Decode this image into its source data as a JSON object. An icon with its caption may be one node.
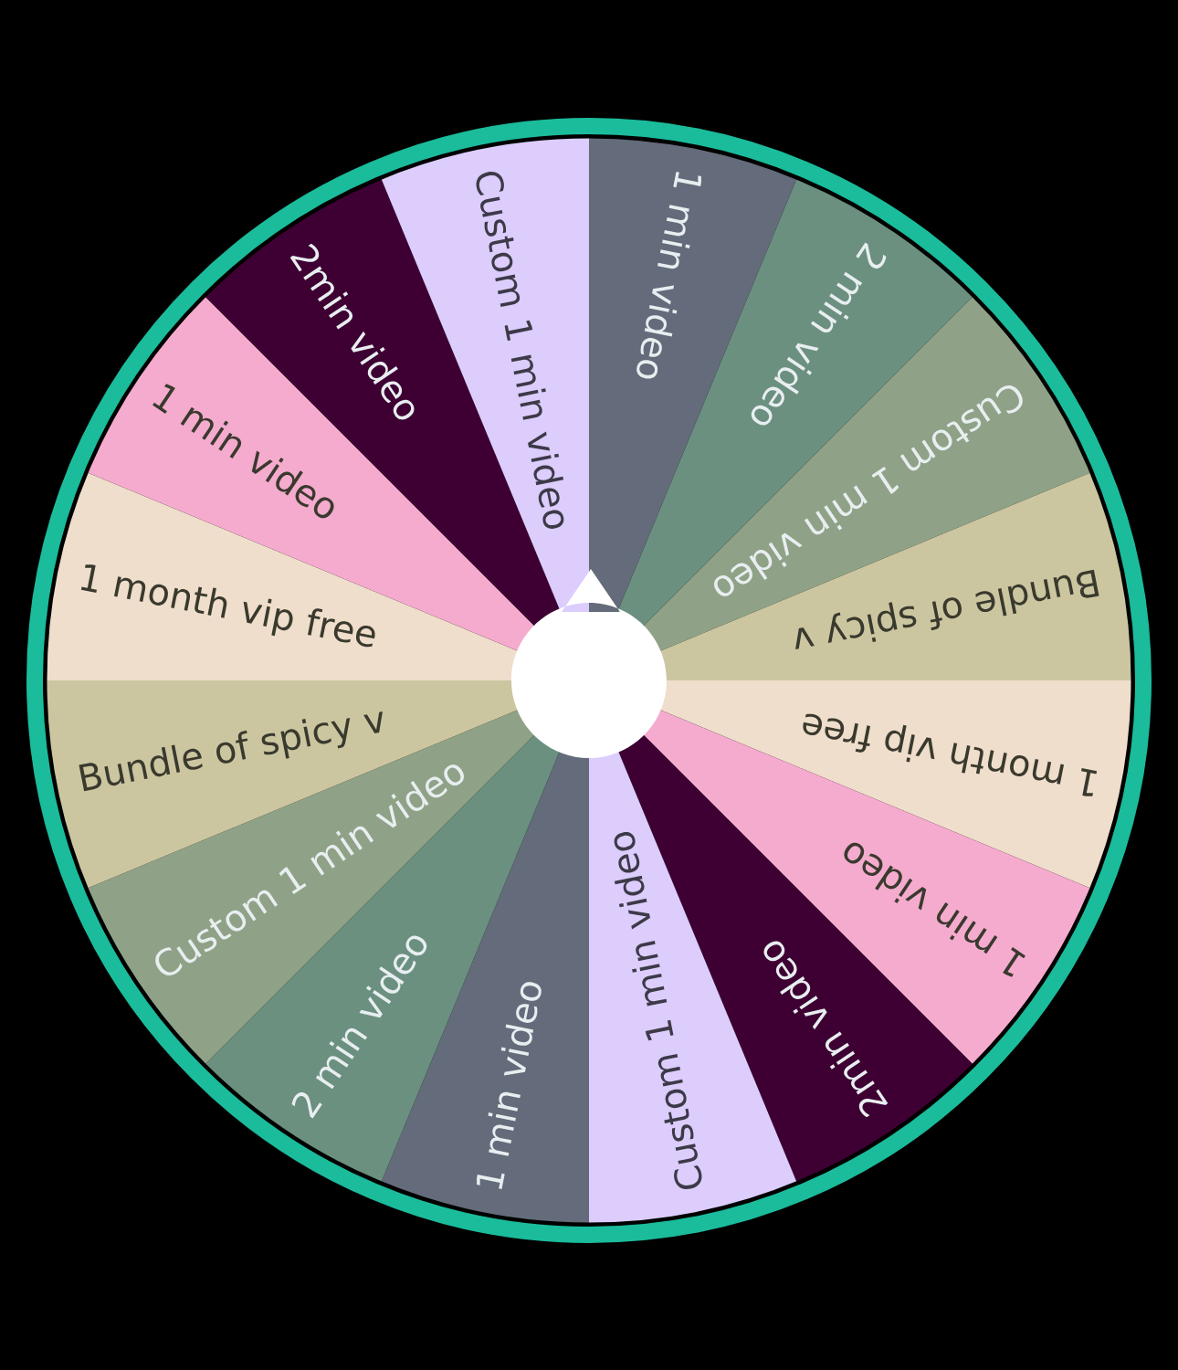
{
  "diagram": {
    "nodes": [
      {
        "text": [
          "1 min video"
        ]
      },
      {
        "text": [
          "2 min video"
        ]
      },
      {
        "text": [
          "Custom 1 min video"
        ]
      },
      {
        "text": [
          "Bundle of spicy v"
        ]
      },
      {
        "text": [
          "1 month vip free"
        ]
      },
      {
        "text": [
          "1 min video"
        ]
      },
      {
        "text": [
          "2min video"
        ]
      },
      {
        "text": [
          "Custom 1 min video"
        ]
      },
      {
        "text": [
          "1 min video"
        ]
      },
      {
        "text": [
          "2 min video"
        ]
      },
      {
        "text": [
          "Custom 1 min video"
        ]
      },
      {
        "text": [
          "Bundle of spicy v"
        ]
      },
      {
        "text": [
          "1 month vip free"
        ]
      },
      {
        "text": [
          "1 min video"
        ]
      },
      {
        "text": [
          "2min video"
        ]
      },
      {
        "text": [
          "Custom 1 min video"
        ]
      }
    ]
  }
}
